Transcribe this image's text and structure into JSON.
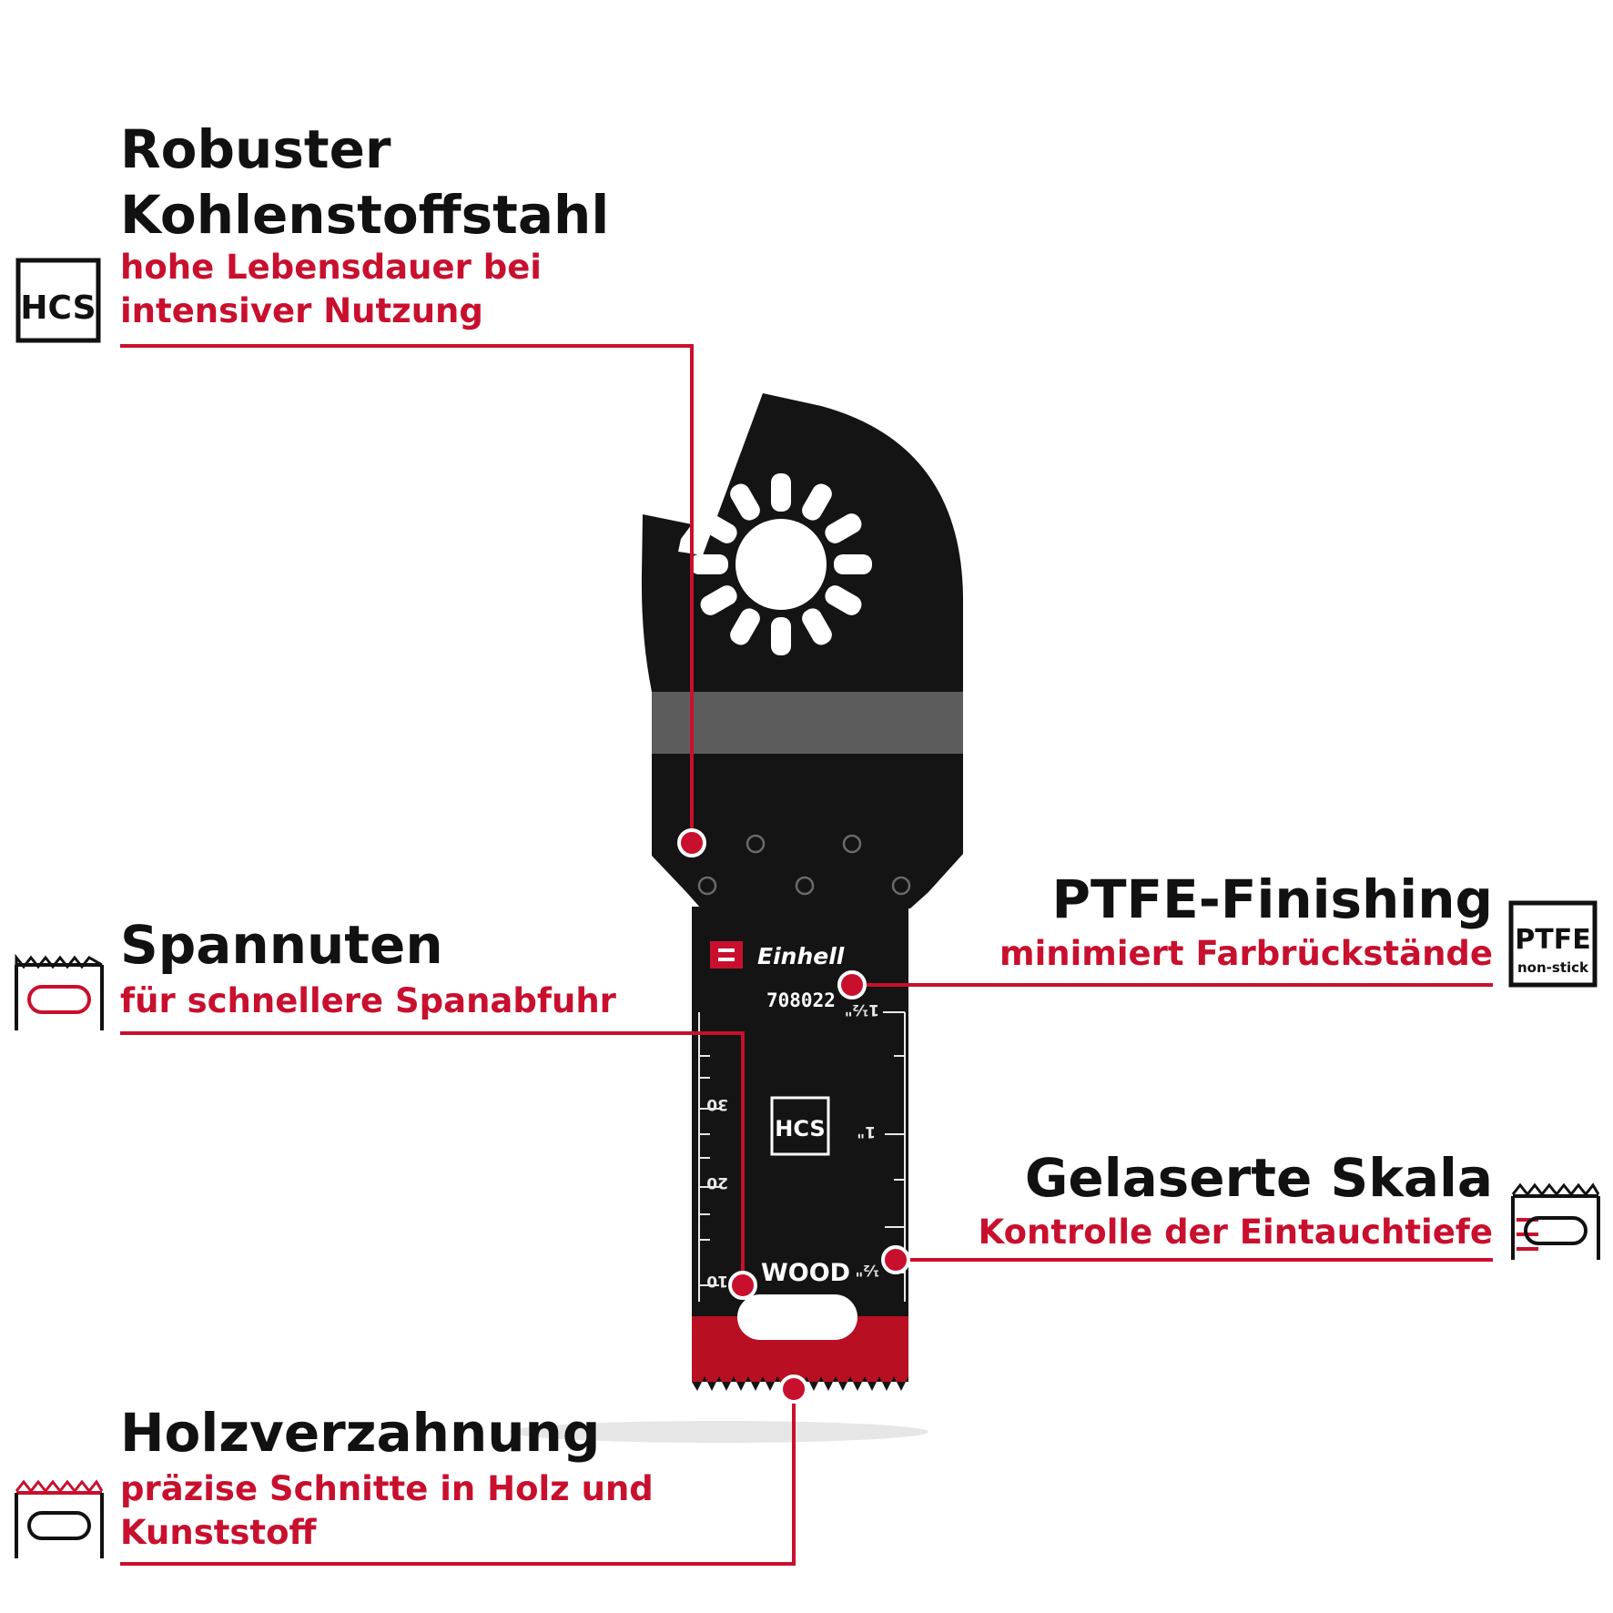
{
  "features": {
    "carbon_steel": {
      "title_line1": "Robuster",
      "title_line2": "Kohlenstoffstahl",
      "sub_line1": "hohe Lebensdauer bei",
      "sub_line2": "intensiver Nutzung",
      "icon": "hcs-icon",
      "icon_text": "HCS"
    },
    "chip_grooves": {
      "title": "Spannuten",
      "sub": "für schnellere Spanabfuhr",
      "icon": "blade-groove-icon"
    },
    "wood_teeth": {
      "title": "Holzverzahnung",
      "sub_line1": "präzise Schnitte in Holz und",
      "sub_line2": "Kunststoff",
      "icon": "blade-teeth-icon"
    },
    "ptfe": {
      "title": "PTFE-Finishing",
      "sub": "minimiert Farbrückstände",
      "icon": "ptfe-icon",
      "icon_text": "PTFE",
      "icon_subtext": "non-stick"
    },
    "scale": {
      "title": "Gelaserte Skala",
      "sub": "Kontrolle der Eintauchtiefe",
      "icon": "blade-scale-icon"
    }
  },
  "blade": {
    "brand": "Einhell",
    "model": "708022",
    "material_badge": "HCS",
    "use_label": "WOOD",
    "metric_ticks": [
      "30",
      "20",
      "10"
    ],
    "inch_ticks": [
      "1½\"",
      "1\"",
      "½\""
    ]
  },
  "colors": {
    "accent": "#c8102e",
    "text": "#111111",
    "blade": "#141414"
  }
}
